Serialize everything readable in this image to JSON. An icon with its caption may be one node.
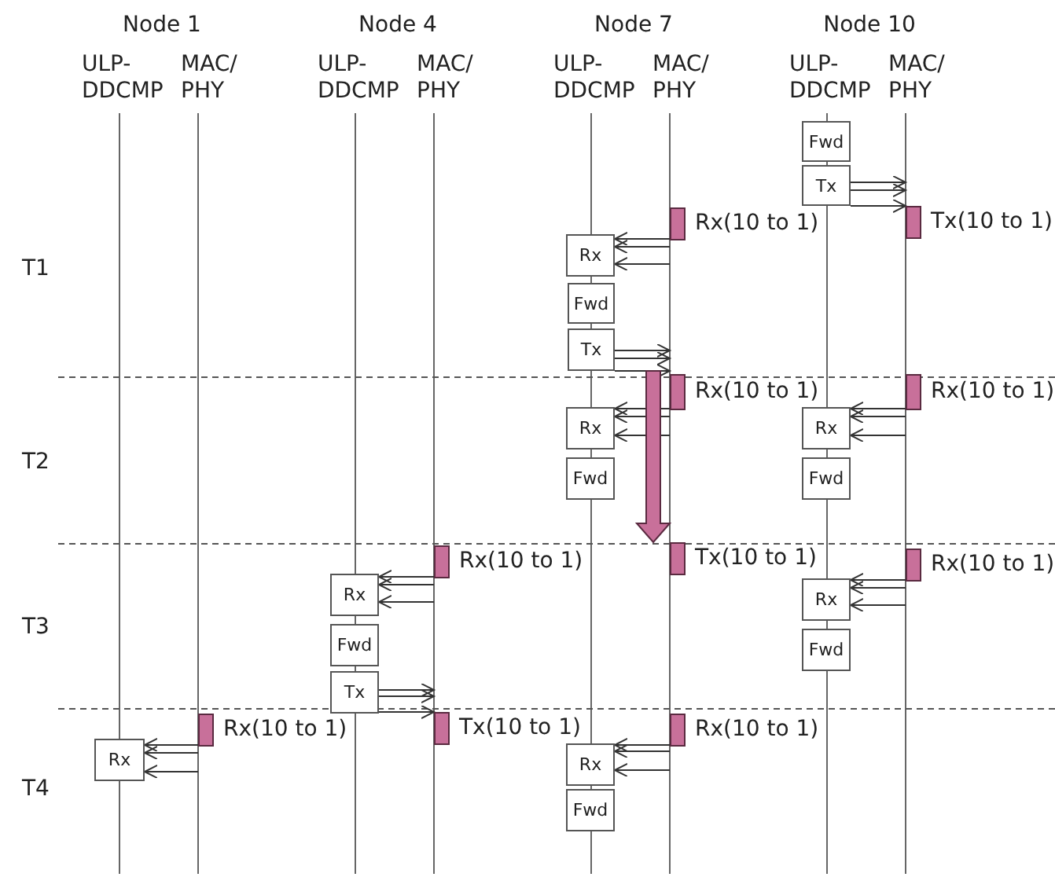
{
  "diagram": {
    "nodes": [
      {
        "text": [
          "Fwd"
        ]
      },
      {
        "text": [
          "Tx"
        ]
      },
      {
        "text": [],
        "shape": "bar",
        "beside": [
          "Rx(10 to 1)"
        ]
      },
      {
        "text": [],
        "shape": "bar",
        "beside": [
          "Tx(10 to 1)"
        ]
      },
      {
        "text": [
          "Rx"
        ]
      },
      {
        "text": [
          "Fwd"
        ]
      },
      {
        "text": [
          "Tx"
        ]
      },
      {
        "text": [],
        "shape": "bar",
        "beside": [
          "Rx(10 to 1)"
        ]
      },
      {
        "text": [],
        "shape": "bar",
        "beside": [
          "Rx(10 to 1)"
        ]
      },
      {
        "text": [
          "Rx"
        ]
      },
      {
        "text": [
          "Rx"
        ]
      },
      {
        "text": [
          "Fwd"
        ]
      },
      {
        "text": [
          "Fwd"
        ]
      },
      {
        "text": [],
        "shape": "bar",
        "beside": [
          "Rx(10 to 1)"
        ]
      },
      {
        "text": [],
        "shape": "bar",
        "beside": [
          "Tx(10 to 1)"
        ]
      },
      {
        "text": [],
        "shape": "bar",
        "beside": [
          "Rx(10 to 1)"
        ]
      },
      {
        "text": [
          "Rx"
        ]
      },
      {
        "text": [
          "Rx"
        ]
      },
      {
        "text": [
          "Fwd"
        ]
      },
      {
        "text": [
          "Fwd"
        ]
      },
      {
        "text": [
          "Tx"
        ]
      },
      {
        "text": [],
        "shape": "bar",
        "beside": [
          "Rx(10 to 1)"
        ]
      },
      {
        "text": [],
        "shape": "bar",
        "beside": [
          "Tx(10 to 1)"
        ]
      },
      {
        "text": [],
        "shape": "bar",
        "beside": [
          "Rx(10 to 1)"
        ]
      },
      {
        "text": [
          "Rx"
        ]
      },
      {
        "text": [
          "Rx"
        ]
      },
      {
        "text": [
          "Fwd"
        ]
      }
    ],
    "edges": [
      {
        "from": 1,
        "to": 3,
        "arrow": "to"
      },
      {
        "from": 1,
        "to": 3,
        "arrow": "to"
      },
      {
        "from": 1,
        "to": 3,
        "arrow": "to"
      },
      {
        "from": 2,
        "to": 4,
        "arrow": "to"
      },
      {
        "from": 2,
        "to": 4,
        "arrow": "to"
      },
      {
        "from": 2,
        "to": 4,
        "arrow": "to"
      },
      {
        "from": 6,
        "to": 7,
        "arrow": "to"
      },
      {
        "from": 6,
        "to": 7,
        "arrow": "to"
      },
      {
        "from": 6,
        "to": 7,
        "arrow": "to"
      },
      {
        "from": 7,
        "to": 9,
        "arrow": "to"
      },
      {
        "from": 7,
        "to": 9,
        "arrow": "to"
      },
      {
        "from": 7,
        "to": 9,
        "arrow": "to"
      },
      {
        "from": 8,
        "to": 10,
        "arrow": "to"
      },
      {
        "from": 8,
        "to": 10,
        "arrow": "to"
      },
      {
        "from": 8,
        "to": 10,
        "arrow": "to"
      },
      {
        "from": 13,
        "to": 16,
        "arrow": "to"
      },
      {
        "from": 13,
        "to": 16,
        "arrow": "to"
      },
      {
        "from": 13,
        "to": 16,
        "arrow": "to"
      },
      {
        "from": 15,
        "to": 17,
        "arrow": "to"
      },
      {
        "from": 15,
        "to": 17,
        "arrow": "to"
      },
      {
        "from": 15,
        "to": 17,
        "arrow": "to"
      },
      {
        "from": 20,
        "to": 22,
        "arrow": "to"
      },
      {
        "from": 20,
        "to": 22,
        "arrow": "to"
      },
      {
        "from": 20,
        "to": 22,
        "arrow": "to"
      },
      {
        "from": 21,
        "to": 24,
        "arrow": "to"
      },
      {
        "from": 21,
        "to": 24,
        "arrow": "to"
      },
      {
        "from": 21,
        "to": 24,
        "arrow": "to"
      },
      {
        "from": 23,
        "to": 25,
        "arrow": "to"
      },
      {
        "from": 23,
        "to": 25,
        "arrow": "to"
      },
      {
        "from": 23,
        "to": 25,
        "arrow": "to"
      },
      {
        "from": 7,
        "to": 14,
        "arrow": "to",
        "style": "thick",
        "color": "#c8709a"
      }
    ],
    "labels": [
      "Node 1",
      "Node 4",
      "Node 7",
      "Node 10",
      "ULP-DDCMP",
      "MAC/PHY",
      "ULP-DDCMP",
      "MAC/PHY",
      "ULP-DDCMP",
      "MAC/PHY",
      "ULP-DDCMP",
      "MAC/PHY",
      "T1",
      "T2",
      "T3",
      "T4"
    ]
  }
}
